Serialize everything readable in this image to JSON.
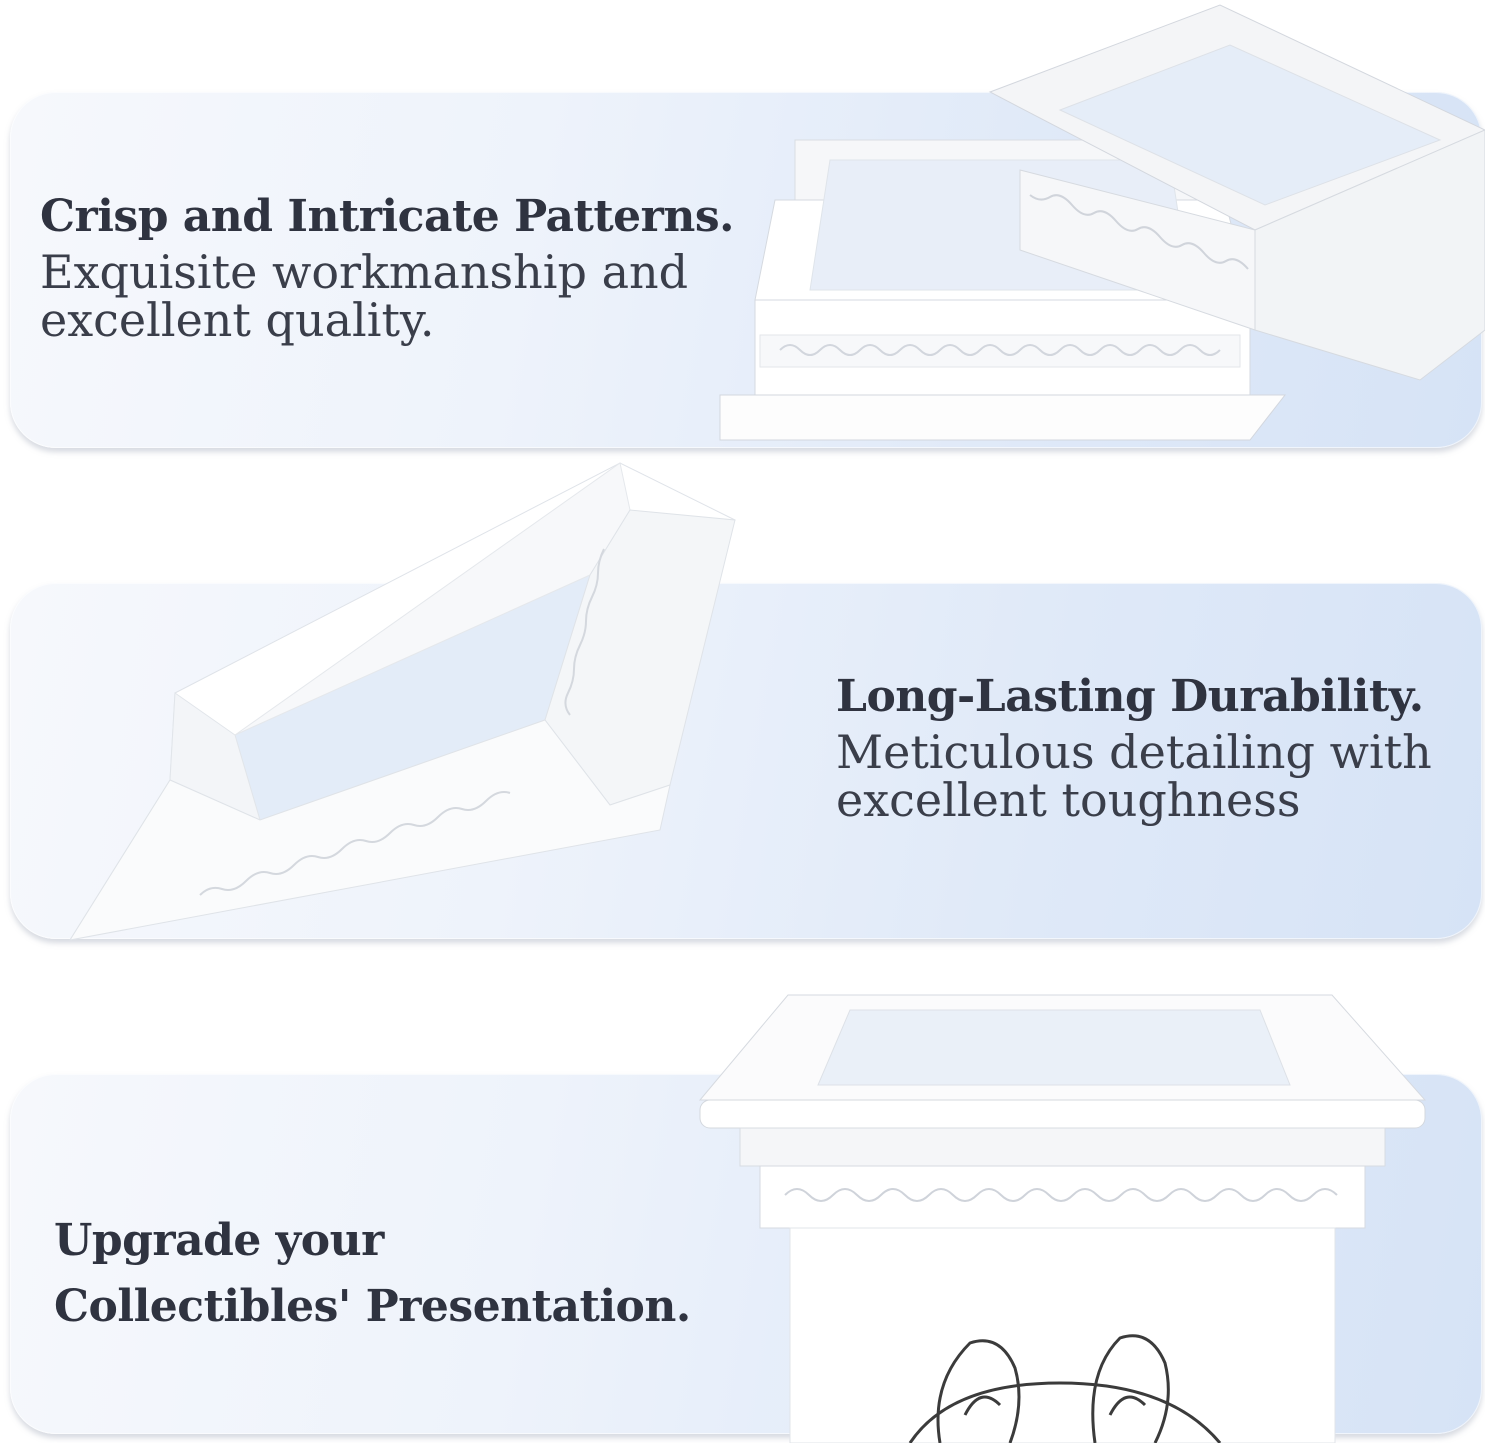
{
  "sections": [
    {
      "headline": "Crisp and Intricate Patterns.",
      "body": [
        "Exquisite workmanship and",
        "excellent quality."
      ]
    },
    {
      "headline": "Long-Lasting Durability.",
      "body": [
        "Meticulous detailing with",
        "excellent toughness"
      ]
    },
    {
      "headline": [
        "Upgrade your",
        "Collectibles' Presentation."
      ],
      "body": []
    }
  ],
  "images": [
    {
      "icon": "frame-pair-illustration"
    },
    {
      "icon": "angled-frame-illustration"
    },
    {
      "icon": "display-pedestal-illustration"
    }
  ]
}
